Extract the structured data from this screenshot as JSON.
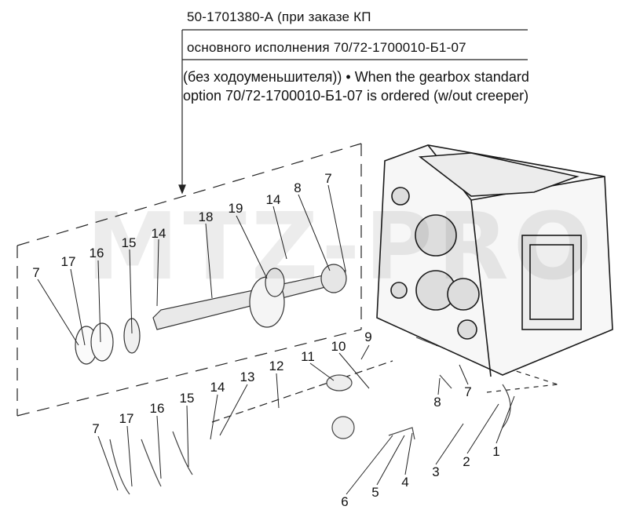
{
  "caption": {
    "line1": "50-1701380-А (при  заказе КП",
    "line2": "основного исполнения 70/72-1700010-Б1-07",
    "line3": "(без ходоуменьшителя)) • When the gearbox standard",
    "line4": "option 70/72-1700010-Б1-07 is ordered (w/out creeper)"
  },
  "watermark": "MTZ-PRO",
  "labels": {
    "l7a": "7",
    "l17a": "17",
    "l16a": "16",
    "l15a": "15",
    "l14a": "14",
    "l18": "18",
    "l19": "19",
    "l14b": "14",
    "l8a": "8",
    "l7b": "7",
    "l9": "9",
    "l10": "10",
    "l11": "11",
    "l12": "12",
    "l13": "13",
    "l14c": "14",
    "l15b": "15",
    "l16b": "16",
    "l17b": "17",
    "l7c": "7",
    "l8b": "8",
    "l7d": "7",
    "l6": "6",
    "l5": "5",
    "l4": "4",
    "l3": "3",
    "l2": "2",
    "l1": "1"
  }
}
